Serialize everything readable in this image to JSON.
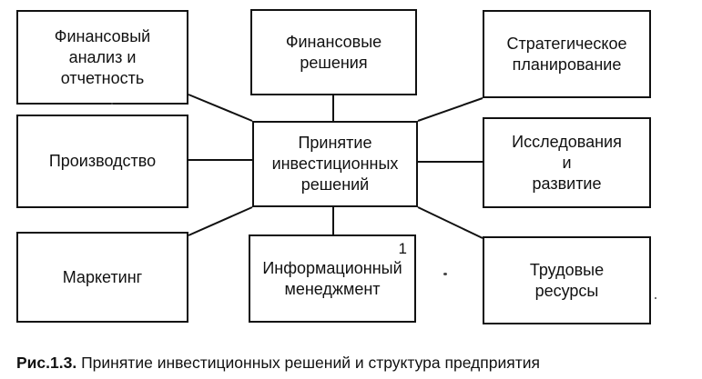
{
  "diagram": {
    "center": {
      "label": "Принятие\nинвестиционных\nрешений"
    },
    "nodes": {
      "fin_analysis": "Финансовый\nанализ и\nотчетность",
      "fin_decisions": "Финансовые\nрешения",
      "strategic": "Стратегическое\nпланирование",
      "production": "Производство",
      "rnd": "Исследования\nи\nразвитие",
      "marketing": "Маркетинг",
      "info": "Информационный\nменеджмент",
      "info_index": "1",
      "labor": "Трудовые\nресурсы"
    }
  },
  "caption": {
    "label": "Рис.1.3.",
    "text": " Принятие инвестиционных решений и структура предприятия"
  }
}
